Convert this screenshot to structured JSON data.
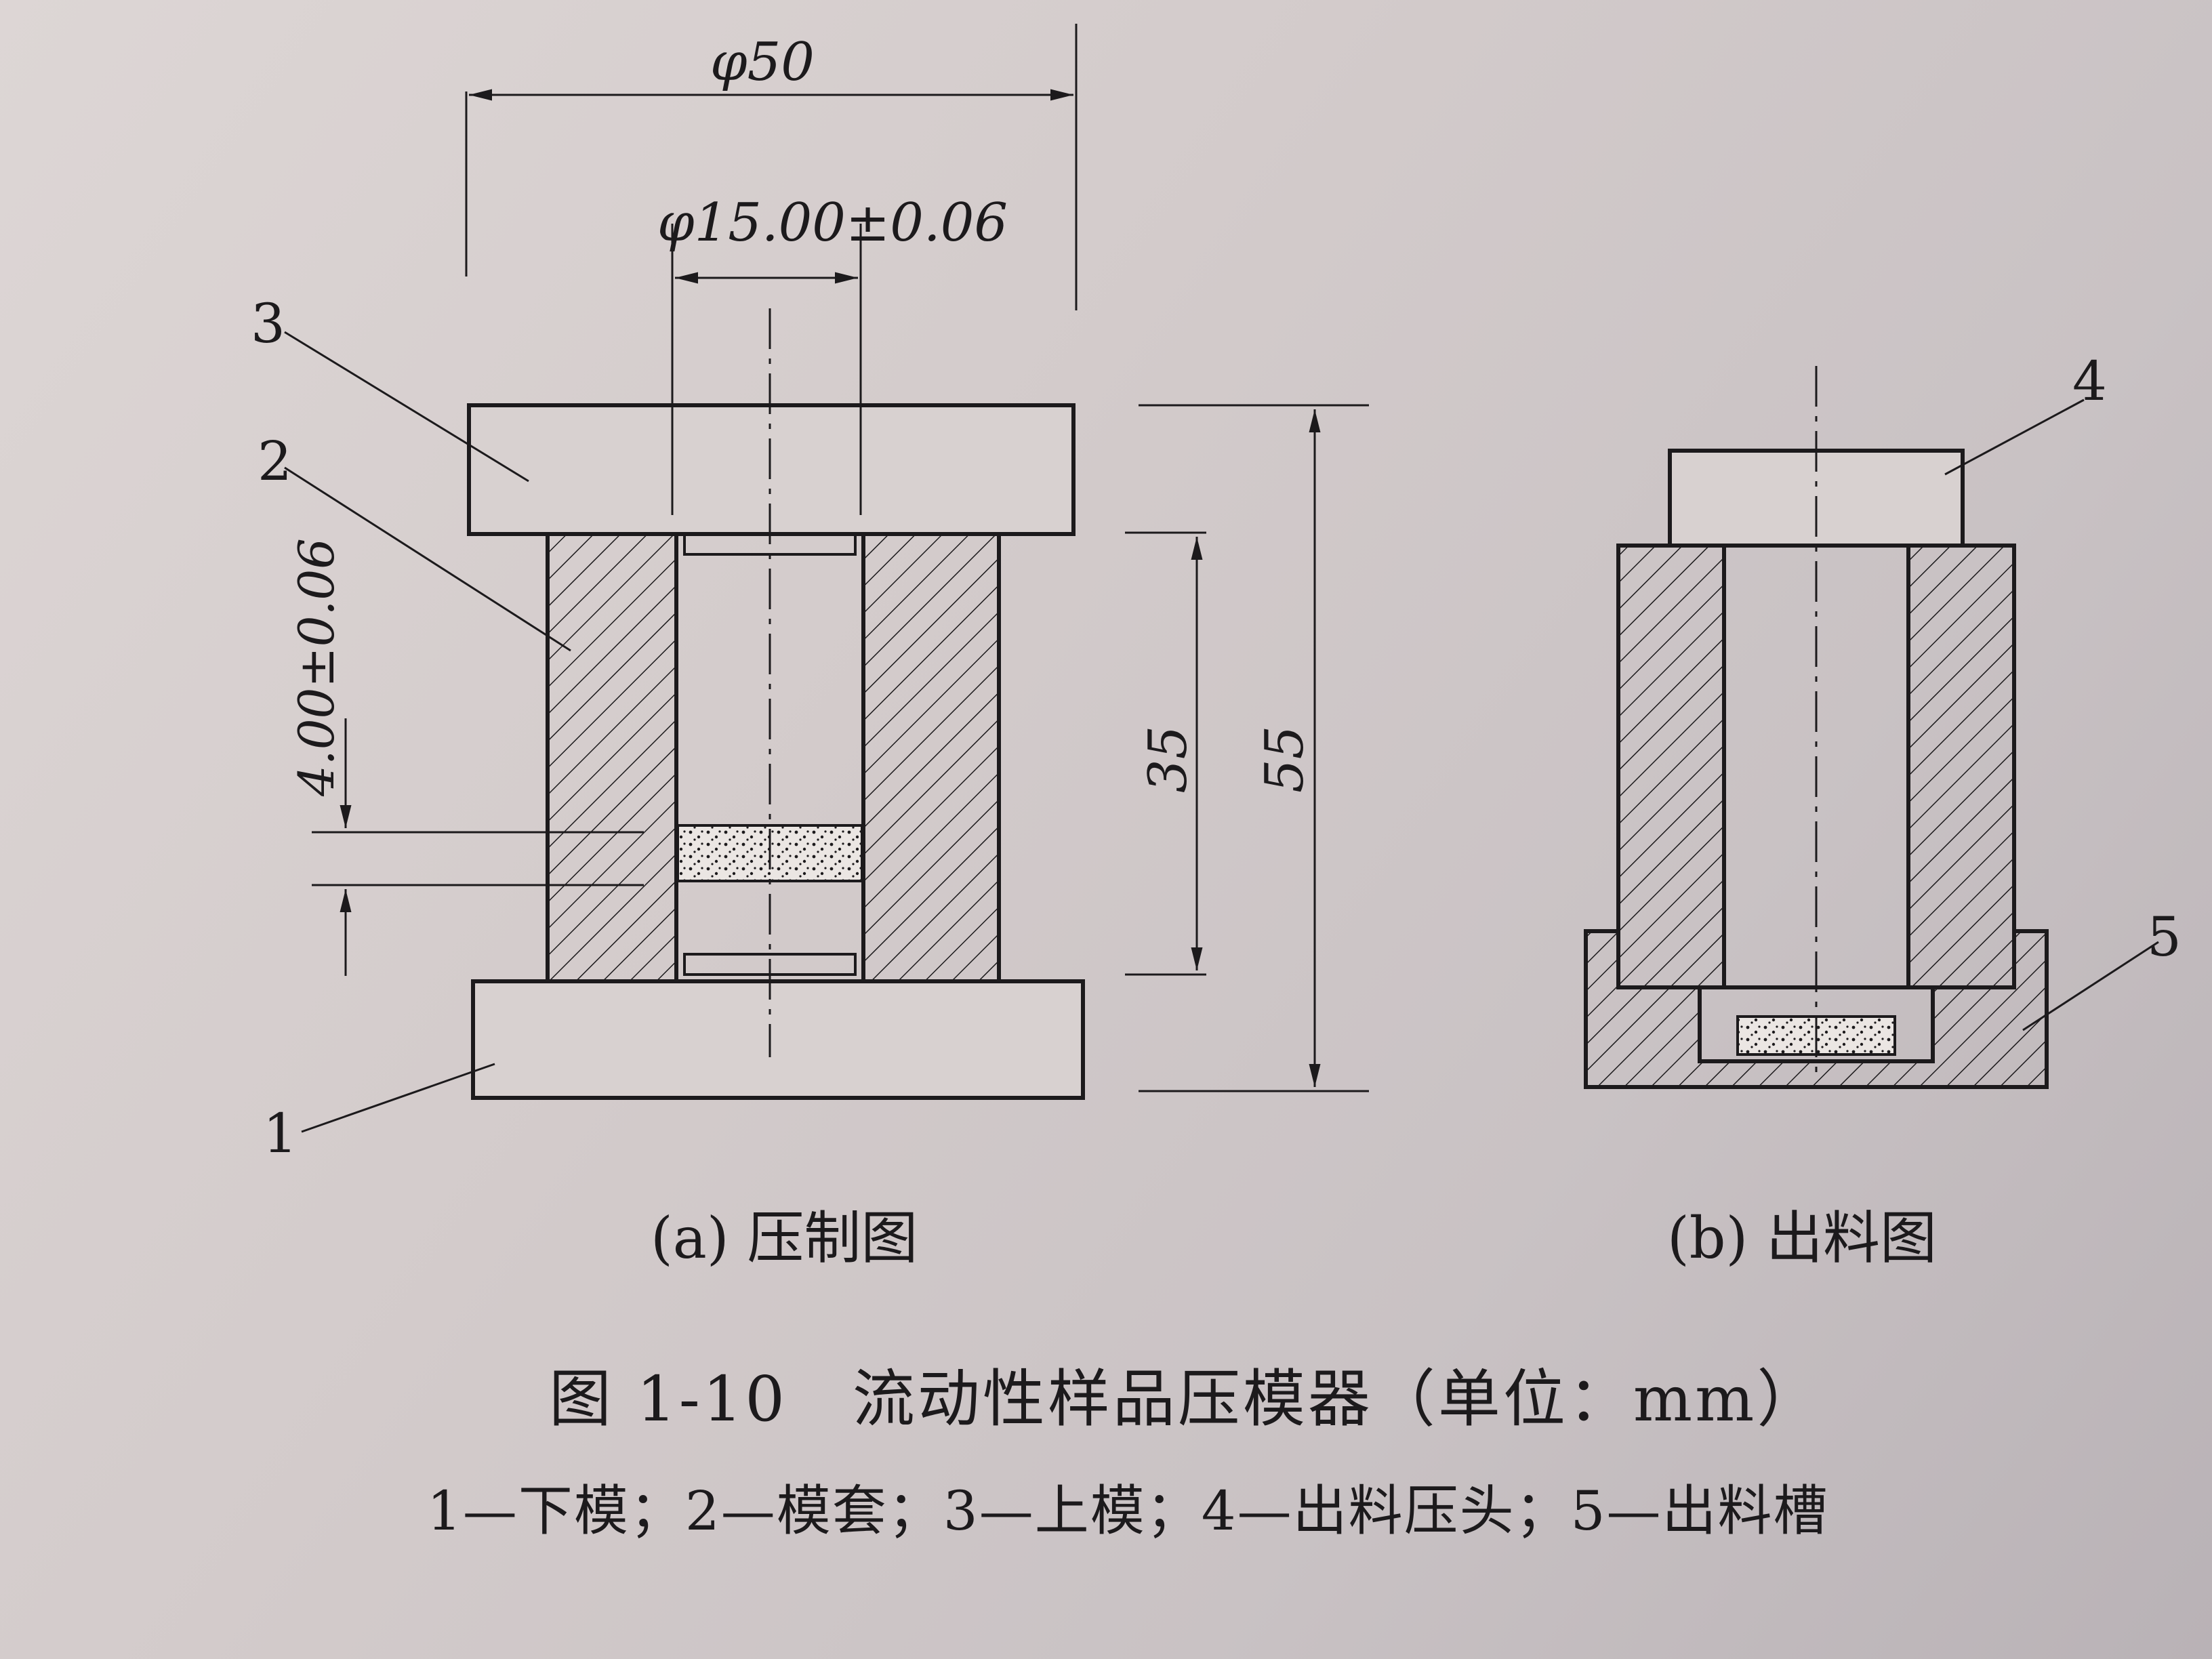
{
  "figure": {
    "number_title": "图 1-10　流动性样品压模器（单位：mm）",
    "legend": "1—下模；2—模套；3—上模；4—出料压头；5—出料槽"
  },
  "subfigures": {
    "a": {
      "caption": "(a) 压制图"
    },
    "b": {
      "caption": "(b) 出料图"
    }
  },
  "dimensions": {
    "outer_diameter": "φ50",
    "inner_diameter": "φ15.00±0.06",
    "sample_thickness": "4.00±0.06",
    "sleeve_height": "35",
    "total_height": "55"
  },
  "part_labels": {
    "lower_die": "1",
    "sleeve": "2",
    "upper_die": "3",
    "ejector": "4",
    "receiving_trough": "5"
  },
  "colors": {
    "ink": "#1c1a1c",
    "paper": "#d6cfcc",
    "sample_fill": "#ebe6e3"
  }
}
